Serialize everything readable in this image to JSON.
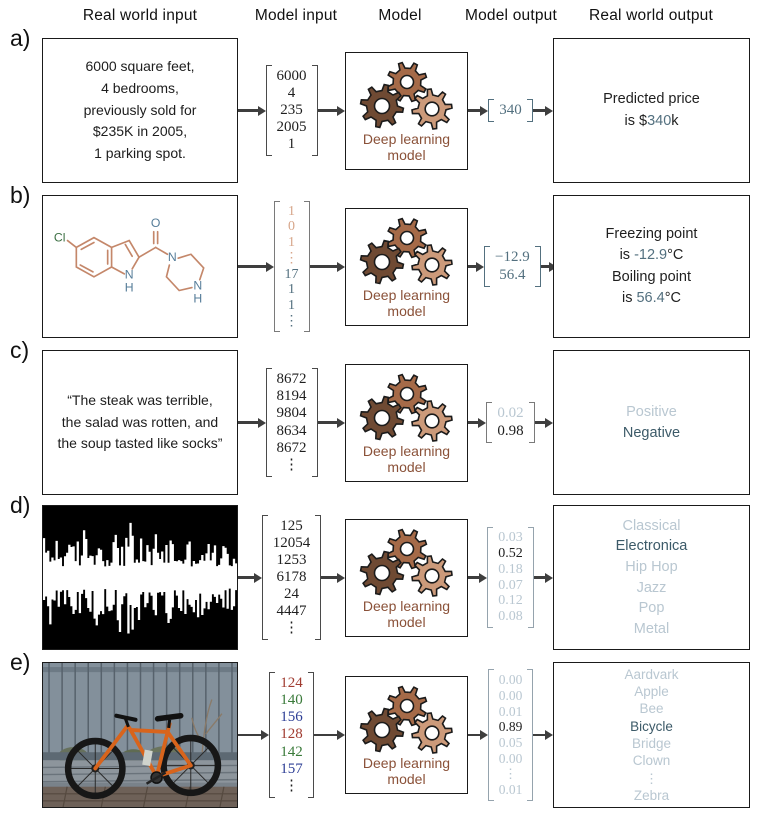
{
  "header": {
    "cols": [
      "Real world input",
      "Model input",
      "Model",
      "Model output",
      "Real world output"
    ]
  },
  "model": {
    "caption_line1": "Deep learning",
    "caption_line2": "model"
  },
  "palette": {
    "slate": "#53707f",
    "slate_light": "#b9c7d1",
    "slate_strong": "#3c5a68",
    "tan": "#d7a68a",
    "model_caption_brown": "#8a5138",
    "gear_dark": "#6f4a33",
    "gear_mid": "#a56a48",
    "gear_light": "#cc9a7a",
    "rgb_red": "#a03b30",
    "rgb_green": "#3a7a3a",
    "rgb_blue": "#2e3f96",
    "arrow": "#3e3e3e",
    "molecule_bond_tan": "#c4876a",
    "molecule_atom_blue": "#567d99",
    "molecule_cl_green": "#3c7044"
  },
  "rows": [
    {
      "label": "a)",
      "input_text": [
        "6000 square feet,",
        "4 bedrooms,",
        "previously sold for",
        "$235K in 2005,",
        "1 parking spot."
      ],
      "input_vector": {
        "bk": "dark",
        "items": [
          {
            "v": "6000",
            "c": "dark"
          },
          {
            "v": "4",
            "c": "dark"
          },
          {
            "v": "235",
            "c": "dark"
          },
          {
            "v": "2005",
            "c": "dark"
          },
          {
            "v": "1",
            "c": "dark"
          }
        ]
      },
      "output_vector": {
        "bk": "slate",
        "items": [
          {
            "v": "340",
            "c": "slate"
          }
        ]
      },
      "output_rich": [
        [
          {
            "t": "Predicted price",
            "c": "dark"
          }
        ],
        [
          {
            "t": "is $",
            "c": "dark"
          },
          {
            "t": "340",
            "c": "slate"
          },
          {
            "t": "k",
            "c": "dark"
          }
        ]
      ]
    },
    {
      "label": "b)",
      "molecule": {
        "cl": "Cl",
        "o": "O",
        "n_indole": "N",
        "h_indole": "H",
        "n_piperazine": "N",
        "h_piperazine": "H"
      },
      "input_vector": {
        "bk": "gray",
        "items": [
          {
            "v": "1",
            "c": "tan"
          },
          {
            "v": "0",
            "c": "tan"
          },
          {
            "v": "1",
            "c": "tan"
          },
          {
            "v": "⋮",
            "c": "tan"
          },
          {
            "v": "17",
            "c": "slate"
          },
          {
            "v": "1",
            "c": "slate"
          },
          {
            "v": "1",
            "c": "slate"
          },
          {
            "v": "⋮",
            "c": "slate"
          }
        ]
      },
      "output_vector": {
        "bk": "slate",
        "items": [
          {
            "v": "−12.9",
            "c": "slate"
          },
          {
            "v": "56.4",
            "c": "slate"
          }
        ]
      },
      "output_rich": [
        [
          {
            "t": "Freezing point",
            "c": "dark"
          }
        ],
        [
          {
            "t": "is ",
            "c": "dark"
          },
          {
            "t": "-12.9",
            "c": "slate"
          },
          {
            "t": "°C",
            "c": "dark"
          }
        ],
        [
          {
            "t": "Boiling point",
            "c": "dark"
          }
        ],
        [
          {
            "t": "is ",
            "c": "dark"
          },
          {
            "t": "56.4",
            "c": "slate"
          },
          {
            "t": "°C",
            "c": "dark"
          }
        ]
      ]
    },
    {
      "label": "c)",
      "input_text": [
        "“The steak was terrible,",
        "the salad was rotten, and",
        "the soup tasted like socks”"
      ],
      "input_vector": {
        "bk": "dark",
        "items": [
          {
            "v": "8672",
            "c": "dark"
          },
          {
            "v": "8194",
            "c": "dark"
          },
          {
            "v": "9804",
            "c": "dark"
          },
          {
            "v": "8634",
            "c": "dark"
          },
          {
            "v": "8672",
            "c": "dark"
          },
          {
            "v": "⋮",
            "c": "dark"
          }
        ]
      },
      "output_vector": {
        "bk": "gray",
        "items": [
          {
            "v": "0.02",
            "c": "light"
          },
          {
            "v": "0.98",
            "c": "dark"
          }
        ]
      },
      "output_list": [
        {
          "v": "Positive",
          "c": "light"
        },
        {
          "v": "Negative",
          "c": "strong"
        }
      ]
    },
    {
      "label": "d)",
      "input_media": "audio-waveform",
      "input_vector": {
        "bk": "dark",
        "items": [
          {
            "v": "125",
            "c": "dark"
          },
          {
            "v": "12054",
            "c": "dark"
          },
          {
            "v": "1253",
            "c": "dark"
          },
          {
            "v": "6178",
            "c": "dark"
          },
          {
            "v": "24",
            "c": "dark"
          },
          {
            "v": "4447",
            "c": "dark"
          },
          {
            "v": "⋮",
            "c": "dark"
          }
        ]
      },
      "output_vector": {
        "bk": "lightgray",
        "items": [
          {
            "v": "0.03",
            "c": "light"
          },
          {
            "v": "0.52",
            "c": "dark"
          },
          {
            "v": "0.18",
            "c": "light"
          },
          {
            "v": "0.07",
            "c": "light"
          },
          {
            "v": "0.12",
            "c": "light"
          },
          {
            "v": "0.08",
            "c": "light"
          }
        ]
      },
      "output_list": [
        {
          "v": "Classical",
          "c": "light"
        },
        {
          "v": "Electronica",
          "c": "strong"
        },
        {
          "v": "Hip Hop",
          "c": "light"
        },
        {
          "v": "Jazz",
          "c": "light"
        },
        {
          "v": "Pop",
          "c": "light"
        },
        {
          "v": "Metal",
          "c": "light"
        }
      ]
    },
    {
      "label": "e)",
      "input_media": "bicycle-photo",
      "input_vector": {
        "bk": "dark",
        "items": [
          {
            "v": "124",
            "c": "red"
          },
          {
            "v": "140",
            "c": "green"
          },
          {
            "v": "156",
            "c": "blue"
          },
          {
            "v": "128",
            "c": "red"
          },
          {
            "v": "142",
            "c": "green"
          },
          {
            "v": "157",
            "c": "blue"
          },
          {
            "v": "⋮",
            "c": "dark"
          }
        ]
      },
      "output_vector": {
        "bk": "lightgray",
        "items": [
          {
            "v": "0.00",
            "c": "light"
          },
          {
            "v": "0.00",
            "c": "light"
          },
          {
            "v": "0.01",
            "c": "light"
          },
          {
            "v": "0.89",
            "c": "dark"
          },
          {
            "v": "0.05",
            "c": "light"
          },
          {
            "v": "0.00",
            "c": "light"
          },
          {
            "v": "⋮",
            "c": "light"
          },
          {
            "v": "0.01",
            "c": "light"
          }
        ]
      },
      "output_list": [
        {
          "v": "Aardvark",
          "c": "light"
        },
        {
          "v": "Apple",
          "c": "light"
        },
        {
          "v": "Bee",
          "c": "light"
        },
        {
          "v": "Bicycle",
          "c": "strong"
        },
        {
          "v": "Bridge",
          "c": "light"
        },
        {
          "v": "Clown",
          "c": "light"
        },
        {
          "v": "⋮",
          "c": "light"
        },
        {
          "v": "Zebra",
          "c": "light"
        }
      ]
    }
  ]
}
